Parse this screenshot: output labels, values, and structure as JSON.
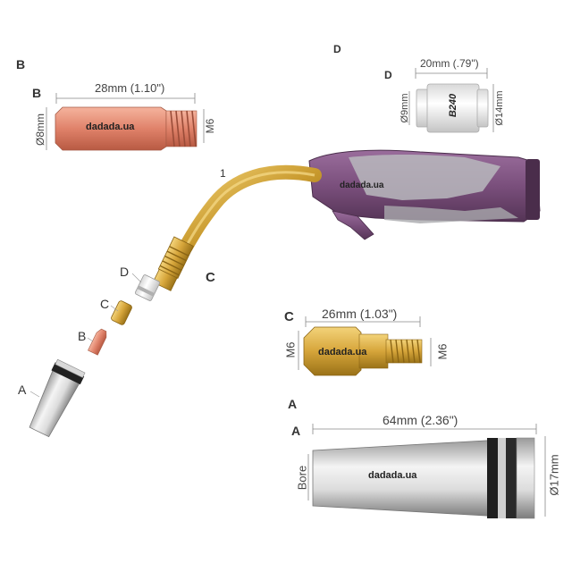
{
  "labels": {
    "b_outer": "B",
    "b_inner": "B",
    "d_outer": "D",
    "d_inner": "D",
    "c_outer": "C",
    "c_inner": "C",
    "a_outer": "A",
    "a_inner": "A",
    "torch_d": "D",
    "torch_c": "C",
    "torch_b": "B",
    "torch_a": "A",
    "neck": "1"
  },
  "tip": {
    "length": "28mm (1.10\")",
    "diameter": "Ø8mm",
    "thread": "M6"
  },
  "insulator": {
    "length": "20mm (.79\")",
    "inner": "Ø9mm",
    "outer": "Ø14mm",
    "mark": "B240"
  },
  "diffuser": {
    "length": "26mm (1.03\")",
    "thread_left": "M6",
    "thread_right": "M6"
  },
  "nozzle": {
    "length": "64mm (2.36\")",
    "bore": "Bore",
    "diameter": "Ø17mm"
  },
  "watermark": "dadada.ua",
  "colors": {
    "copper": "#e0826a",
    "brass": "#d6a53a",
    "purple": "#7a4f7c",
    "grey": "#b9b9bd"
  }
}
